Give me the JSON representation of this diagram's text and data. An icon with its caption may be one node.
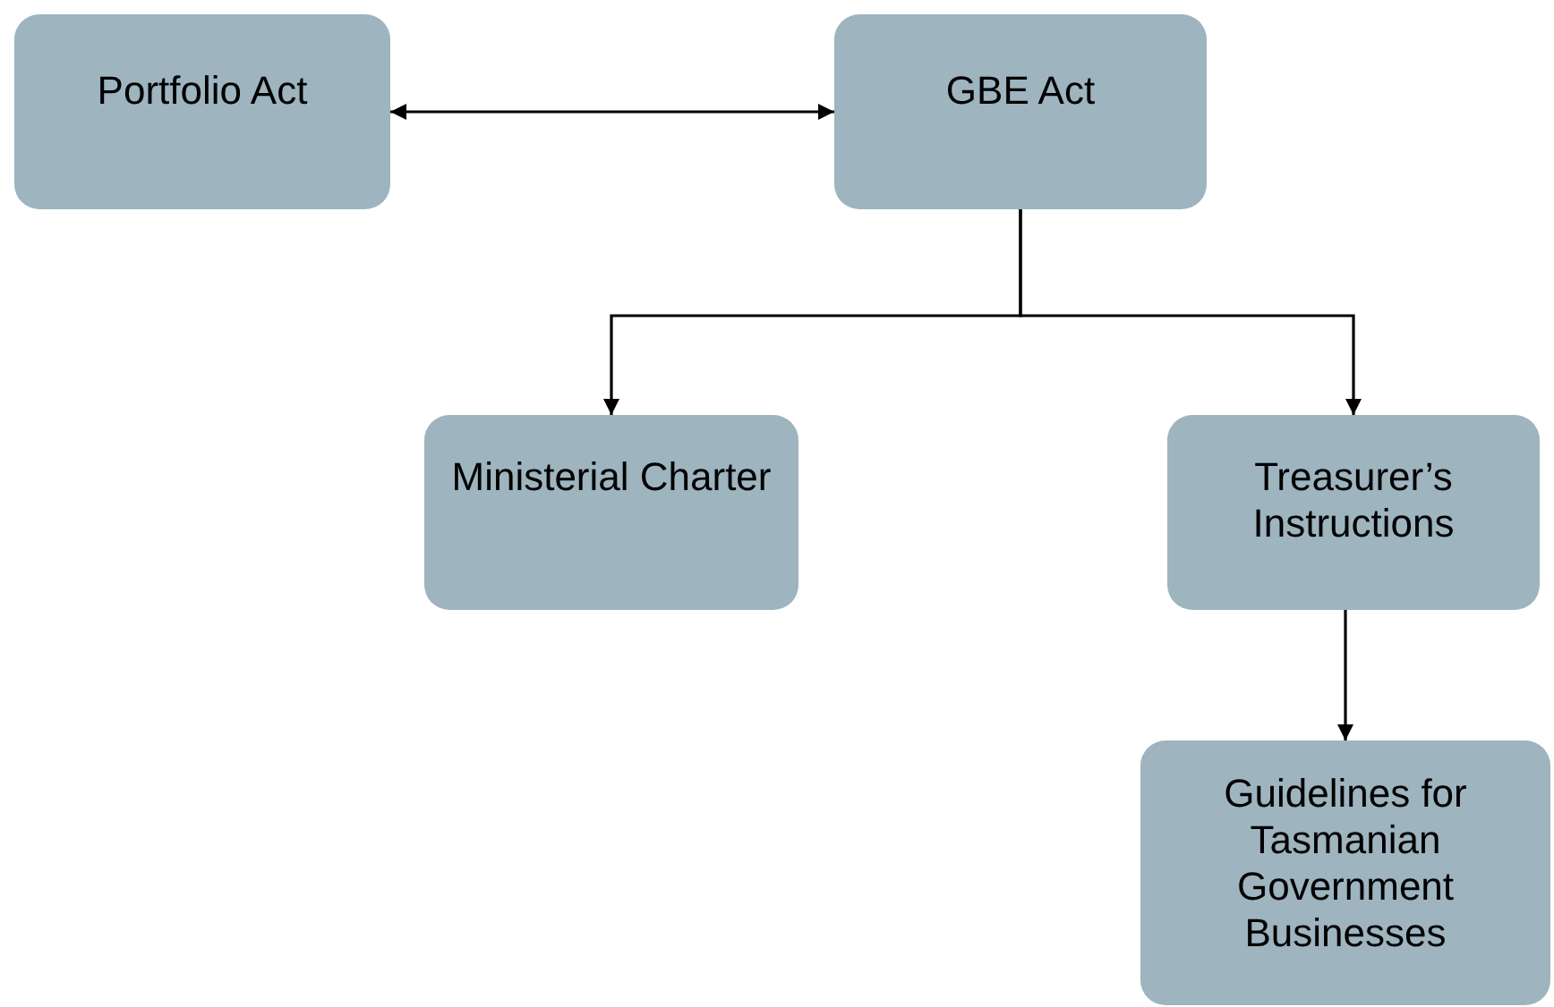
{
  "diagram": {
    "nodes": [
      {
        "text": [
          "Portfolio Act"
        ]
      },
      {
        "text": [
          "GBE Act"
        ]
      },
      {
        "text": [
          "Ministerial Charter"
        ]
      },
      {
        "text": [
          "Treasurer’s Instructions"
        ]
      },
      {
        "text": [
          "Guidelines for Tasmanian Government Businesses"
        ]
      }
    ],
    "edges": [
      {
        "from": 0,
        "to": 1,
        "arrow": "both"
      },
      {
        "from": 1,
        "to": 2,
        "arrow": "to"
      },
      {
        "from": 1,
        "to": 3,
        "arrow": "to"
      },
      {
        "from": 3,
        "to": 4,
        "arrow": "to"
      }
    ]
  }
}
